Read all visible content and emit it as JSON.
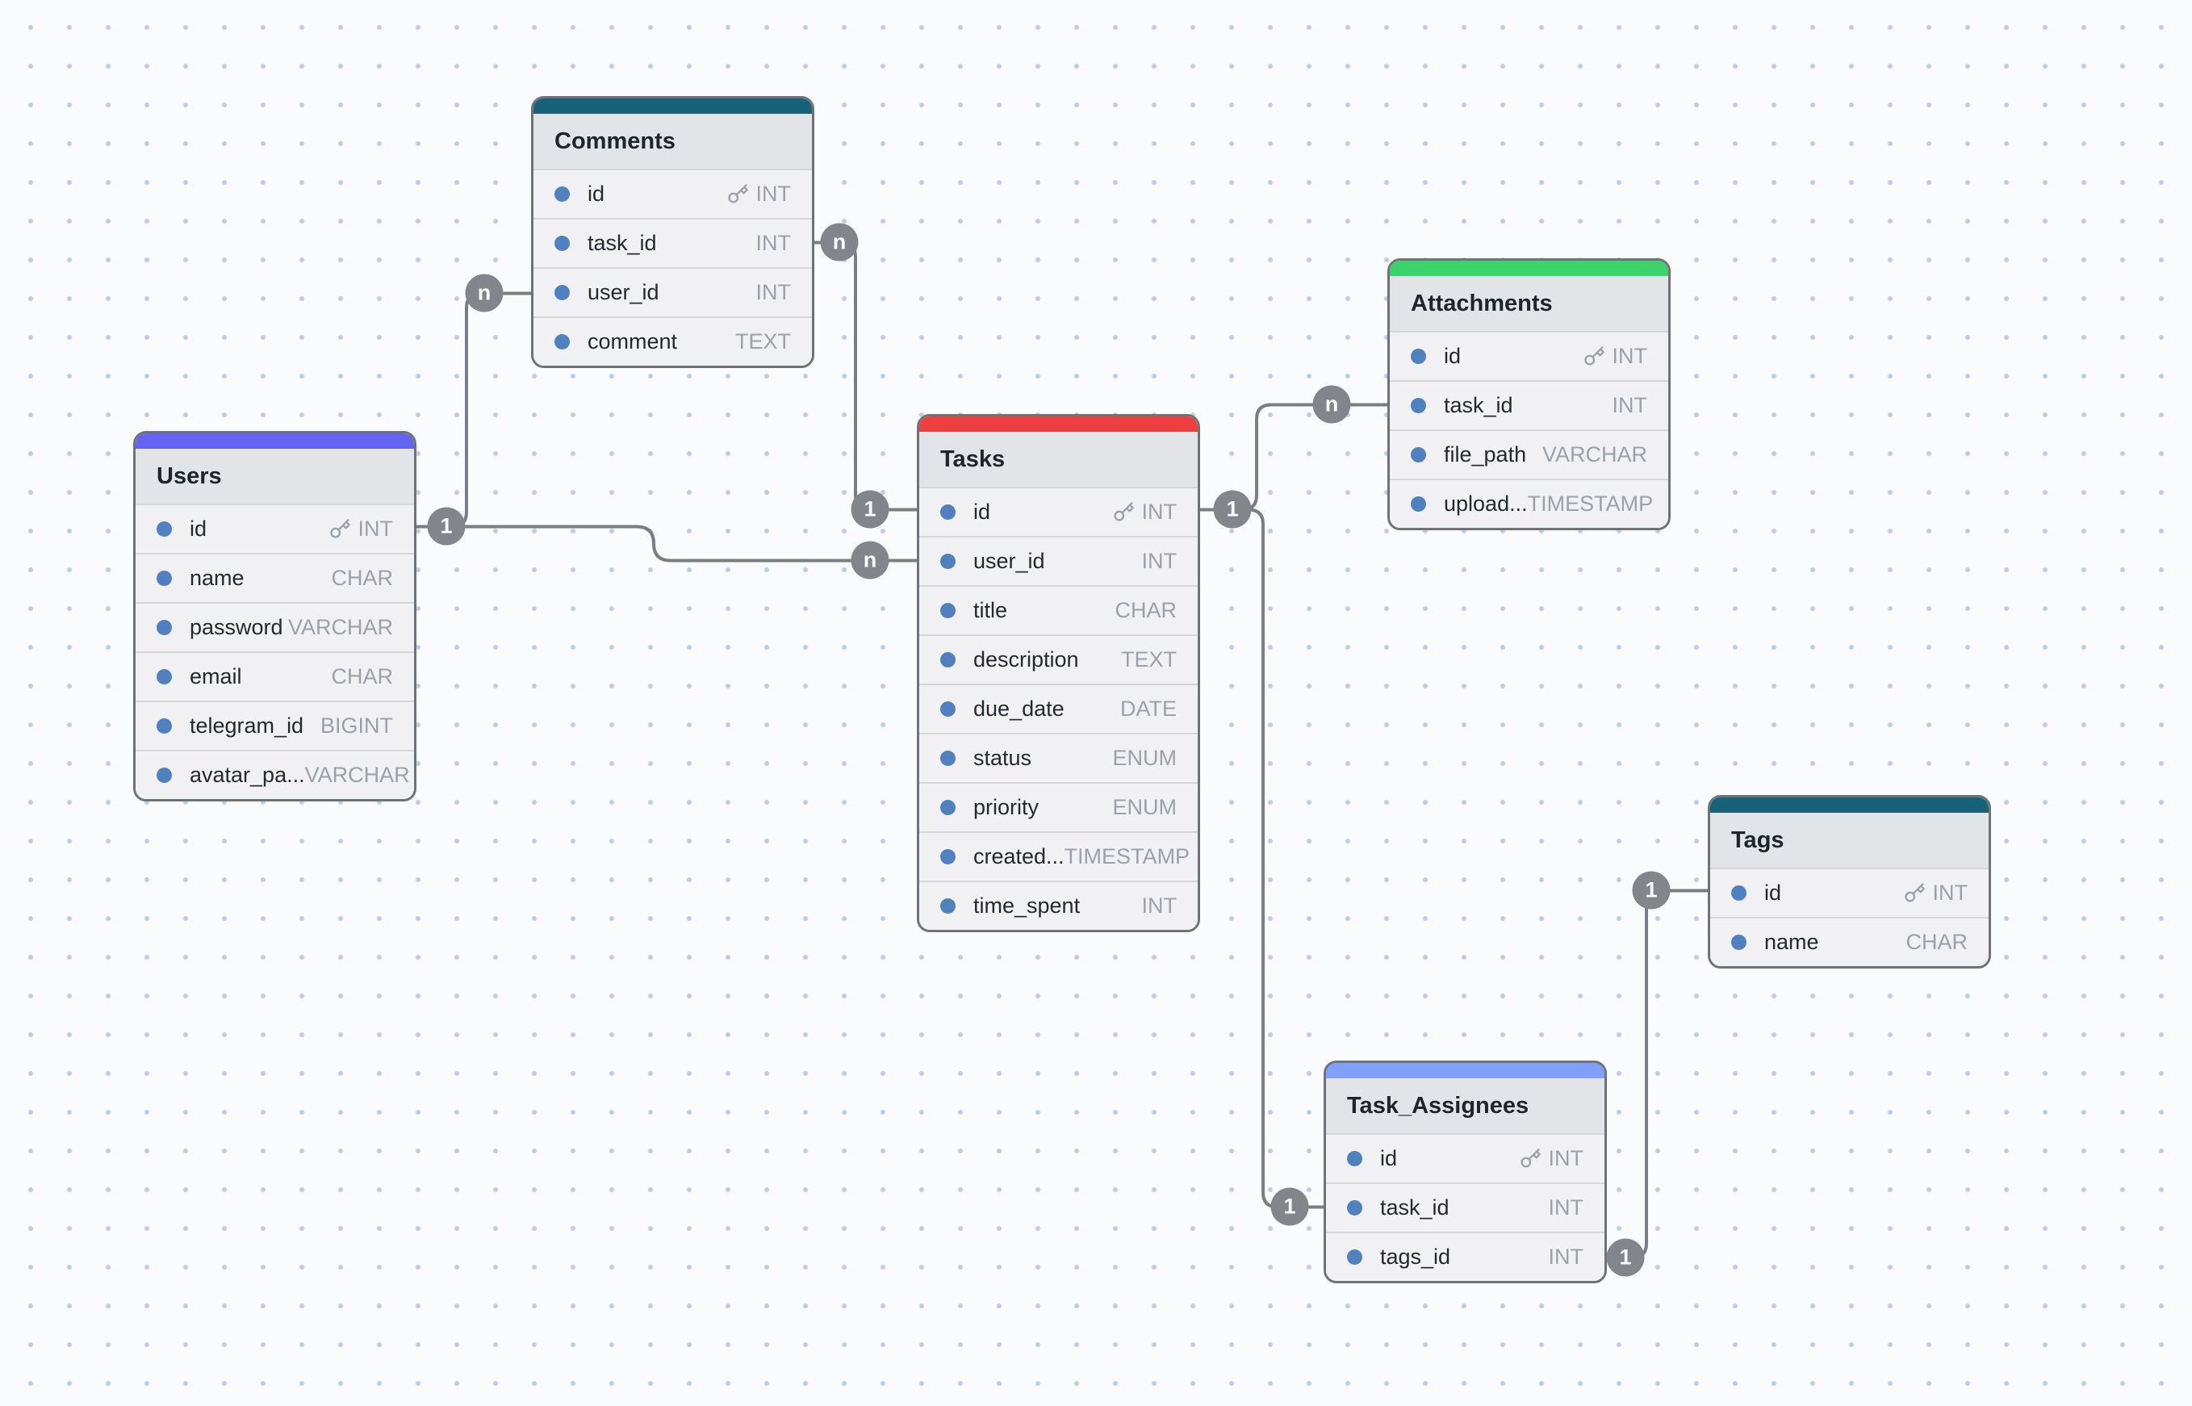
{
  "canvas": {
    "background": "#fafbfc",
    "grid_dot_color": "#b9cfe9",
    "line_color": "#7a7e84",
    "marker_color": "#82868b"
  },
  "tables": [
    {
      "name": "Comments",
      "color": "#176179",
      "fields": [
        {
          "name": "id",
          "type": "INT",
          "primary_key": true
        },
        {
          "name": "task_id",
          "type": "INT",
          "primary_key": false
        },
        {
          "name": "user_id",
          "type": "INT",
          "primary_key": false
        },
        {
          "name": "comment",
          "type": "TEXT",
          "primary_key": false
        }
      ]
    },
    {
      "name": "Users",
      "color": "#6563f2",
      "fields": [
        {
          "name": "id",
          "type": "INT",
          "primary_key": true
        },
        {
          "name": "name",
          "type": "CHAR",
          "primary_key": false
        },
        {
          "name": "password",
          "type": "VARCHAR",
          "primary_key": false
        },
        {
          "name": "email",
          "type": "CHAR",
          "primary_key": false
        },
        {
          "name": "telegram_id",
          "type": "BIGINT",
          "primary_key": false
        },
        {
          "name": "avatar_pa...",
          "type": "VARCHAR",
          "primary_key": false
        }
      ]
    },
    {
      "name": "Tasks",
      "color": "#ef3e3e",
      "fields": [
        {
          "name": "id",
          "type": "INT",
          "primary_key": true
        },
        {
          "name": "user_id",
          "type": "INT",
          "primary_key": false
        },
        {
          "name": "title",
          "type": "CHAR",
          "primary_key": false
        },
        {
          "name": "description",
          "type": "TEXT",
          "primary_key": false
        },
        {
          "name": "due_date",
          "type": "DATE",
          "primary_key": false
        },
        {
          "name": "status",
          "type": "ENUM",
          "primary_key": false
        },
        {
          "name": "priority",
          "type": "ENUM",
          "primary_key": false
        },
        {
          "name": "created...",
          "type": "TIMESTAMP",
          "primary_key": false
        },
        {
          "name": "time_spent",
          "type": "INT",
          "primary_key": false
        }
      ]
    },
    {
      "name": "Attachments",
      "color": "#3bd36b",
      "fields": [
        {
          "name": "id",
          "type": "INT",
          "primary_key": true
        },
        {
          "name": "task_id",
          "type": "INT",
          "primary_key": false
        },
        {
          "name": "file_path",
          "type": "VARCHAR",
          "primary_key": false
        },
        {
          "name": "upload...",
          "type": "TIMESTAMP",
          "primary_key": false
        }
      ]
    },
    {
      "name": "Tags",
      "color": "#176179",
      "fields": [
        {
          "name": "id",
          "type": "INT",
          "primary_key": true
        },
        {
          "name": "name",
          "type": "CHAR",
          "primary_key": false
        }
      ]
    },
    {
      "name": "Task_Assignees",
      "color": "#81a0fb",
      "fields": [
        {
          "name": "id",
          "type": "INT",
          "primary_key": true
        },
        {
          "name": "task_id",
          "type": "INT",
          "primary_key": false
        },
        {
          "name": "tags_id",
          "type": "INT",
          "primary_key": false
        }
      ]
    }
  ],
  "relationships": [
    {
      "from": "Users.id",
      "to": "Comments.user_id",
      "from_label": "1",
      "to_label": "n"
    },
    {
      "from": "Users.id",
      "to": "Tasks.user_id",
      "from_label": "1",
      "to_label": "n"
    },
    {
      "from": "Tasks.id",
      "to": "Comments.task_id",
      "from_label": "1",
      "to_label": "n"
    },
    {
      "from": "Tasks.id",
      "to": "Attachments.task_id",
      "from_label": "1",
      "to_label": "n"
    },
    {
      "from": "Tasks.id",
      "to": "Task_Assignees.task_id",
      "from_label": "1",
      "to_label": "1"
    },
    {
      "from": "Tags.id",
      "to": "Task_Assignees.tags_id",
      "from_label": "1",
      "to_label": "1"
    }
  ]
}
